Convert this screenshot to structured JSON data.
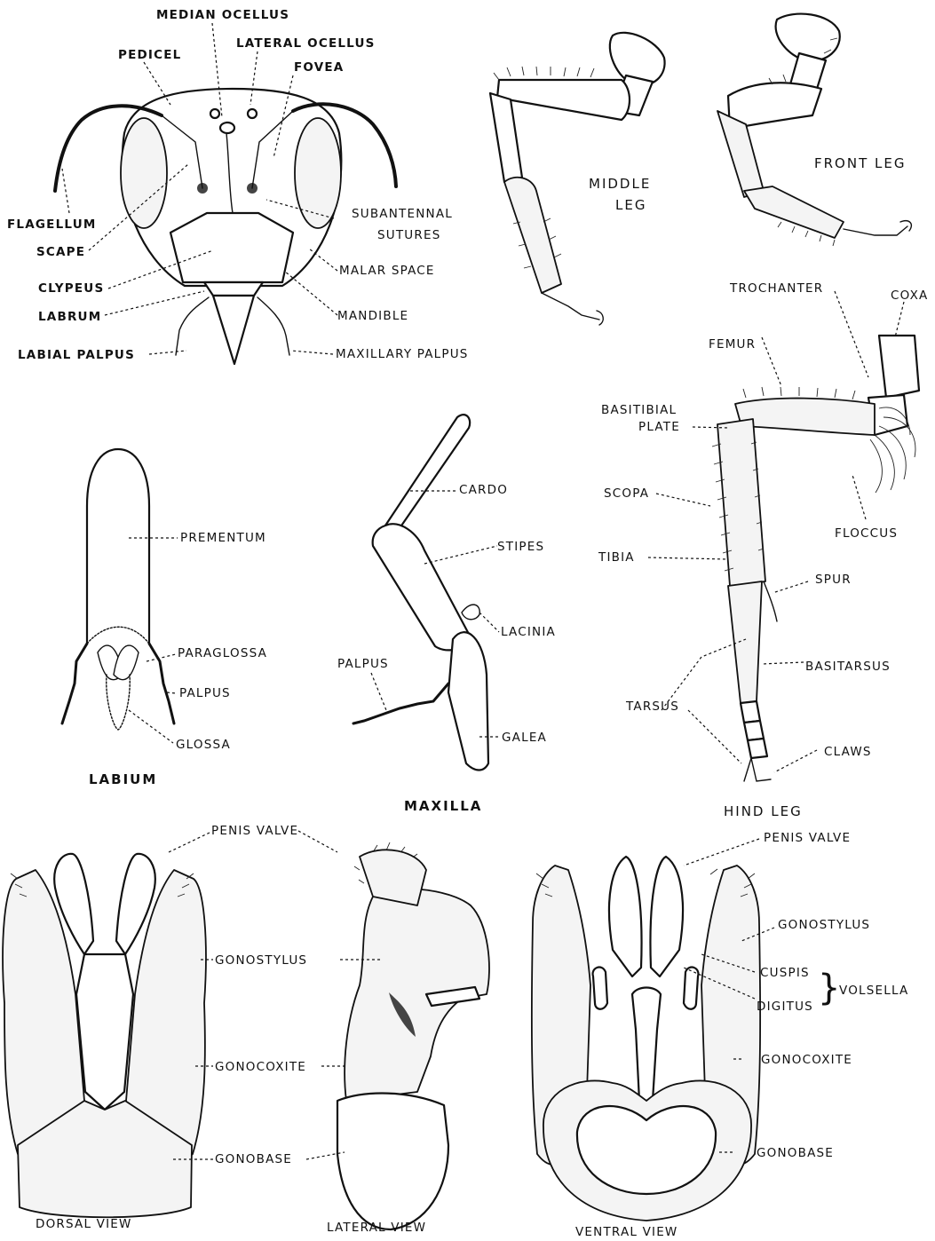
{
  "head": {
    "median_ocellus": "MEDIAN OCELLUS",
    "lateral_ocellus": "LATERAL OCELLUS",
    "pedicel": "PEDICEL",
    "fovea": "FOVEA",
    "flagellum": "FLAGELLUM",
    "scape": "SCAPE",
    "subantennal_1": "SUBANTENNAL",
    "subantennal_2": "SUTURES",
    "clypeus": "CLYPEUS",
    "malar_space": "MALAR SPACE",
    "labrum": "LABRUM",
    "mandible": "MANDIBLE",
    "labial_palpus": "LABIAL PALPUS",
    "maxillary_palpus": "MAXILLARY PALPUS"
  },
  "legs": {
    "middle_1": "MIDDLE",
    "middle_2": "LEG",
    "front": "FRONT LEG",
    "trochanter": "TROCHANTER",
    "coxa": "COXA",
    "femur": "FEMUR",
    "basitibial_1": "BASITIBIAL",
    "basitibial_2": "PLATE",
    "scopa": "SCOPA",
    "floccus": "FLOCCUS",
    "tibia": "TIBIA",
    "spur": "SPUR",
    "basitarsus": "BASITARSUS",
    "tarsus": "TARSUS",
    "claws": "CLAWS",
    "hind_leg": "HIND LEG"
  },
  "labium": {
    "prementum": "PREMENTUM",
    "paraglossa": "PARAGLOSSA",
    "palpus": "PALPUS",
    "glossa": "GLOSSA",
    "caption": "LABIUM"
  },
  "maxilla": {
    "cardo": "CARDO",
    "stipes": "STIPES",
    "lacinia": "LACINIA",
    "palpus": "PALPUS",
    "galea": "GALEA",
    "caption": "MAXILLA"
  },
  "genitalia": {
    "penis_valve": "PENIS VALVE",
    "penis_valve_2": "PENIS VALVE",
    "gonostylus": "GONOSTYLUS",
    "gonostylus_2": "GONOSTYLUS",
    "gonocoxite": "GONOCOXITE",
    "gonocoxite_2": "GONOCOXITE",
    "gonobase": "GONOBASE",
    "gonobase_2": "GONOBASE",
    "cuspis": "CUSPIS",
    "digitus": "DIGITUS",
    "volsella": "VOLSELLA",
    "brace": "}",
    "dorsal_caption": "DORSAL VIEW",
    "lateral_caption": "LATERAL VIEW",
    "ventral_caption": "VENTRAL VIEW"
  }
}
